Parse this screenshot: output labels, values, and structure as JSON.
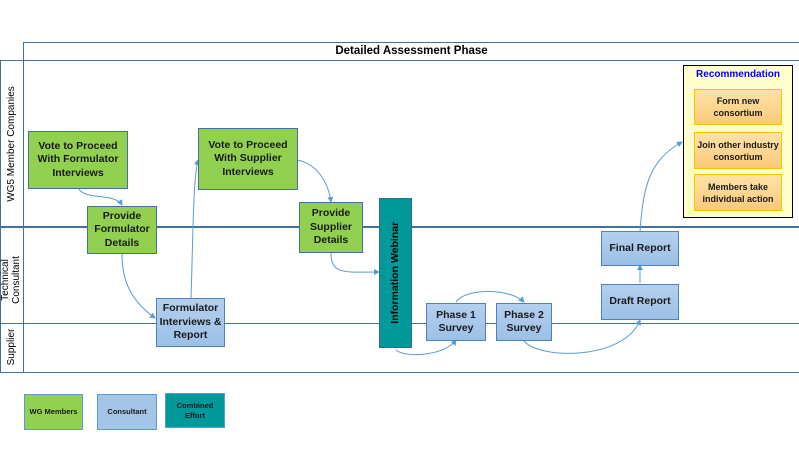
{
  "phase": {
    "title": "Detailed Assessment Phase"
  },
  "lanes": [
    {
      "id": "wg5",
      "label": "WG5 Member Companies"
    },
    {
      "id": "consultant",
      "label_line1": "Technical",
      "label_line2": "Consultant"
    },
    {
      "id": "supplier",
      "label": "Supplier"
    }
  ],
  "nodes": {
    "vote_formulator": "Vote to Proceed With Formulator Interviews",
    "provide_formulator": "Provide Formulator Details",
    "formulator_interviews": "Formulator Interviews & Report",
    "vote_supplier": "Vote to Proceed With Supplier Interviews",
    "provide_supplier": "Provide Supplier Details",
    "webinar": "Information Webinar",
    "phase1": "Phase 1 Survey",
    "phase2": "Phase 2 Survey",
    "draft_report": "Draft Report",
    "final_report": "Final Report"
  },
  "recommendation": {
    "title": "Recommendation",
    "options": [
      "Form new consortium",
      "Join other industry consortium",
      "Members take individual action"
    ]
  },
  "legend": [
    {
      "label": "WG Members",
      "color": "#92d050"
    },
    {
      "label": "Consultant",
      "color": "#9dc3e6"
    },
    {
      "label": "Combined Effort",
      "color": "#009999"
    }
  ],
  "colors": {
    "lane_line": "#41719c",
    "arrow": "#5b9bd5",
    "recommendation_title": "#0000ff",
    "recommendation_bg": "#ffffcc"
  }
}
